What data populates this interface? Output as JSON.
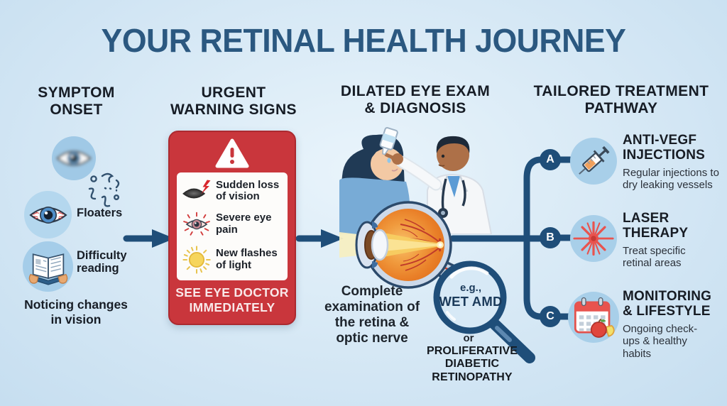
{
  "title": "YOUR RETINAL HEALTH JOURNEY",
  "colors": {
    "accent_navy": "#1f4e79",
    "alert_red": "#c9363c",
    "title_blue": "#2b5880"
  },
  "columns": {
    "symptom": {
      "heading": "SYMPTOM\nONSET",
      "items": [
        {
          "icon": "blurred-eye-icon",
          "label": ""
        },
        {
          "icon": "floaters-specks-icon",
          "label": ""
        },
        {
          "icon": "bloodshot-eye-icon",
          "label": "Floaters"
        },
        {
          "icon": "reading-book-icon",
          "label": "Difficulty\nreading"
        }
      ],
      "footnote": "Noticing changes\nin vision"
    },
    "urgent": {
      "heading": "URGENT\nWARNING SIGNS",
      "card": {
        "items": [
          {
            "icon": "vision-loss-eye-icon",
            "label": "Sudden loss\nof vision"
          },
          {
            "icon": "eye-pain-icon",
            "label": "Severe eye\npain"
          },
          {
            "icon": "light-flash-icon",
            "label": "New flashes\nof light"
          }
        ],
        "footer": "SEE EYE DOCTOR\nIMMEDIATELY"
      }
    },
    "exam": {
      "heading": "DILATED EYE EXAM\n& DIAGNOSIS",
      "caption": "Complete\nexamination of\nthe retina &\noptic nerve",
      "magnifier": {
        "line1": "e.g.,",
        "line2": "WET AMD"
      },
      "or_label": "or",
      "diagnosis": "PROLIFERATIVE\nDIABETIC\nRETINOPATHY"
    },
    "treatment": {
      "heading": "TAILORED TREATMENT\nPATHWAY",
      "options": [
        {
          "letter": "A",
          "icon": "syringe-icon",
          "title": "ANTI-VEGF\nINJECTIONS",
          "desc": "Regular injections to\ndry leaking vessels"
        },
        {
          "letter": "B",
          "icon": "laser-icon",
          "title": "LASER\nTHERAPY",
          "desc": "Treat specific\nretinal areas"
        },
        {
          "letter": "C",
          "icon": "calendar-icon",
          "title": "MONITORING\n& LIFESTYLE",
          "desc": "Ongoing check-\nups & healthy\nhabits"
        }
      ]
    }
  }
}
